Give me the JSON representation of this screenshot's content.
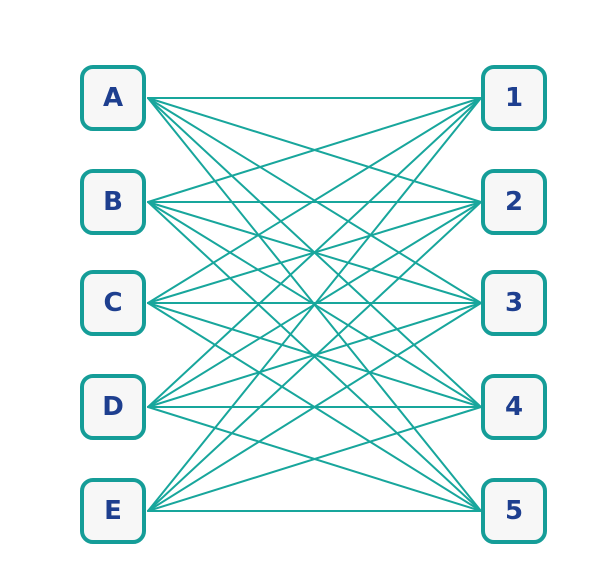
{
  "colors": {
    "edge": "#18a69c",
    "node_border": "#159d98",
    "node_fill": "#f7f7f7",
    "label": "#1e3f8f"
  },
  "left_nodes": [
    {
      "id": "A",
      "label": "A"
    },
    {
      "id": "B",
      "label": "B"
    },
    {
      "id": "C",
      "label": "C"
    },
    {
      "id": "D",
      "label": "D"
    },
    {
      "id": "E",
      "label": "E"
    }
  ],
  "right_nodes": [
    {
      "id": "1",
      "label": "1"
    },
    {
      "id": "2",
      "label": "2"
    },
    {
      "id": "3",
      "label": "3"
    },
    {
      "id": "4",
      "label": "4"
    },
    {
      "id": "5",
      "label": "5"
    }
  ],
  "edges": [
    [
      "A",
      "1"
    ],
    [
      "A",
      "2"
    ],
    [
      "A",
      "3"
    ],
    [
      "A",
      "4"
    ],
    [
      "A",
      "5"
    ],
    [
      "B",
      "1"
    ],
    [
      "B",
      "2"
    ],
    [
      "B",
      "3"
    ],
    [
      "B",
      "4"
    ],
    [
      "B",
      "5"
    ],
    [
      "C",
      "1"
    ],
    [
      "C",
      "2"
    ],
    [
      "C",
      "3"
    ],
    [
      "C",
      "4"
    ],
    [
      "C",
      "5"
    ],
    [
      "D",
      "1"
    ],
    [
      "D",
      "2"
    ],
    [
      "D",
      "3"
    ],
    [
      "D",
      "4"
    ],
    [
      "D",
      "5"
    ],
    [
      "E",
      "1"
    ],
    [
      "E",
      "2"
    ],
    [
      "E",
      "3"
    ],
    [
      "E",
      "4"
    ],
    [
      "E",
      "5"
    ]
  ]
}
